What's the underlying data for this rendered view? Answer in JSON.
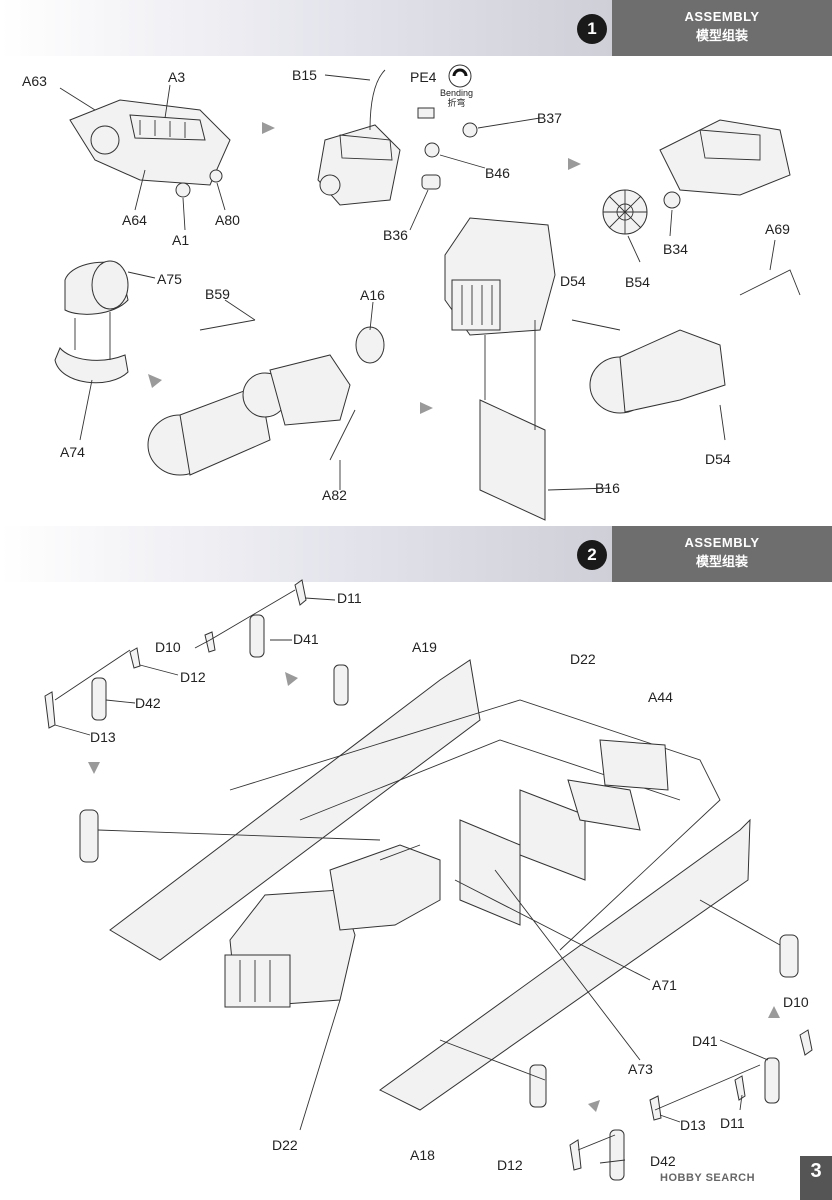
{
  "steps": [
    {
      "number": "1",
      "title_en": "ASSEMBLY",
      "title_zh": "模型组装"
    },
    {
      "number": "2",
      "title_en": "ASSEMBLY",
      "title_zh": "模型组装"
    }
  ],
  "step1_parts": {
    "a63": "A63",
    "a3": "A3",
    "a64": "A64",
    "a1": "A1",
    "a80": "A80",
    "b15": "B15",
    "pe4": "PE4",
    "b37": "B37",
    "b46": "B46",
    "b36": "B36",
    "b34": "B34",
    "b54": "B54",
    "a75": "A75",
    "a74": "A74",
    "b59": "B59",
    "a16": "A16",
    "a82": "A82",
    "d54a": "D54",
    "d54b": "D54",
    "a69": "A69",
    "b16": "B16"
  },
  "bending_note": {
    "en": "Bending",
    "zh": "折弯"
  },
  "step2_parts": {
    "d11a": "D11",
    "d10a": "D10",
    "d41a": "D41",
    "d12a": "D12",
    "d42a": "D42",
    "d13a": "D13",
    "a19": "A19",
    "d22a": "D22",
    "a44": "A44",
    "a71": "A71",
    "a73": "A73",
    "d22b": "D22",
    "a18": "A18",
    "d10b": "D10",
    "d41b": "D41",
    "d11b": "D11",
    "d13b": "D13",
    "d12b": "D12",
    "d42b": "D42"
  },
  "page_number": "3",
  "watermark": "HOBBY SEARCH"
}
